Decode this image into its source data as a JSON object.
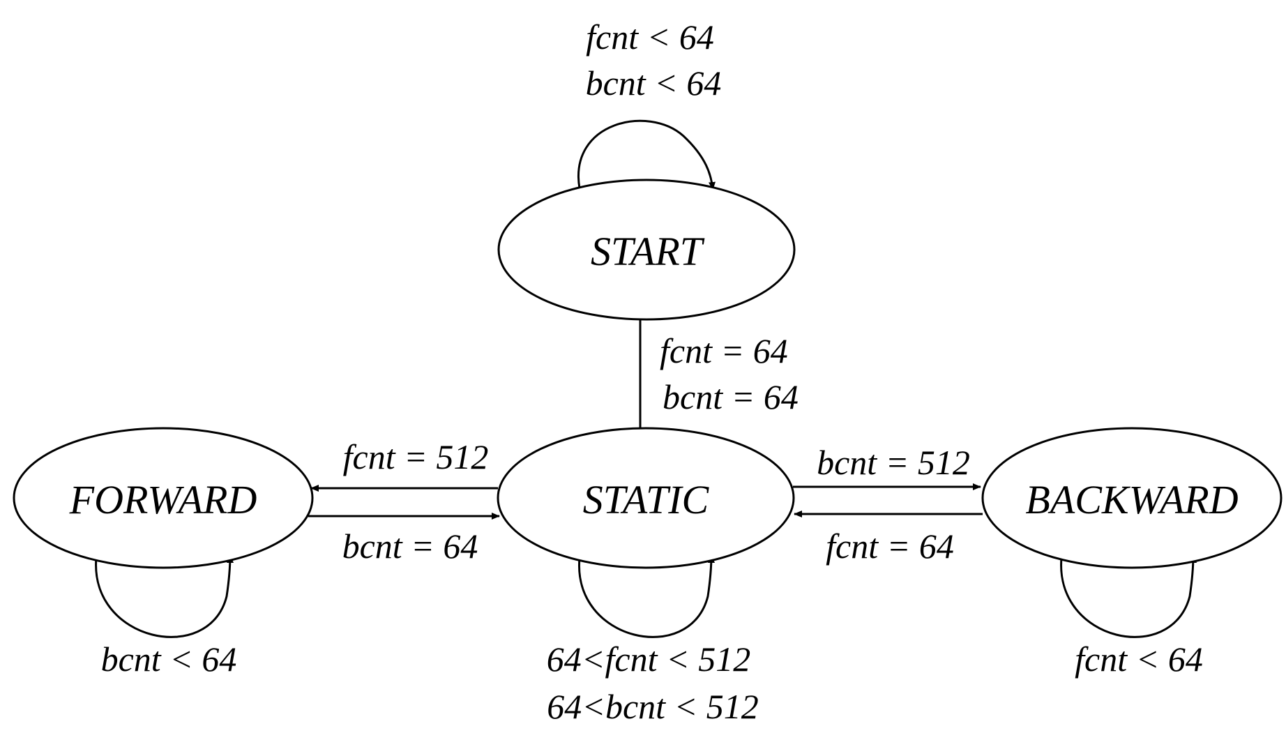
{
  "states": {
    "start": "START",
    "static": "STATIC",
    "forward": "FORWARD",
    "backward": "BACKWARD"
  },
  "transitions": {
    "start_loop": [
      "fcnt < 64",
      "bcnt < 64"
    ],
    "start_to_static": [
      "fcnt = 64",
      "bcnt = 64"
    ],
    "static_to_forward": "fcnt = 512",
    "forward_to_static": "bcnt = 64",
    "static_to_backward": "bcnt = 512",
    "backward_to_static": "fcnt = 64",
    "forward_loop": "bcnt < 64",
    "static_loop": [
      "64<fcnt < 512",
      "64<bcnt < 512"
    ],
    "backward_loop": "fcnt < 64"
  },
  "colors": {
    "stroke": "#000000",
    "background": "#ffffff"
  }
}
